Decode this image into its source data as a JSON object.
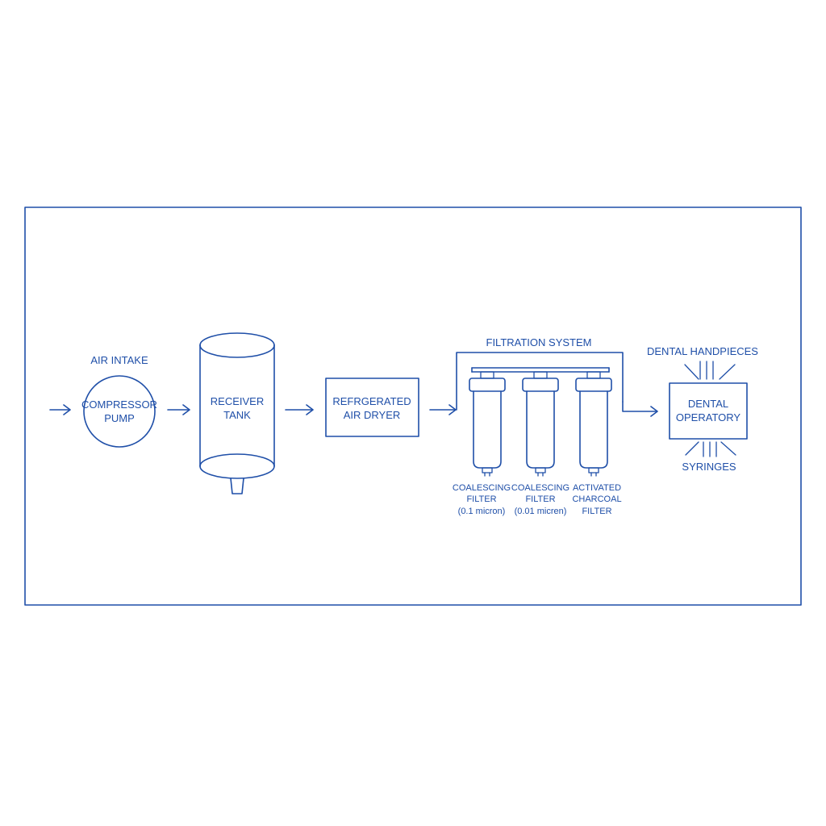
{
  "colors": {
    "line": "#1f4fa8",
    "background": "#ffffff"
  },
  "labels": {
    "air_intake": "AIR INTAKE",
    "compressor_line1": "COMPRESSOR",
    "compressor_line2": "PUMP",
    "receiver_line1": "RECEIVER",
    "receiver_line2": "TANK",
    "dryer_line1": "REFRGERATED",
    "dryer_line2": "AIR DRYER",
    "filtration_system": "FILTRATION SYSTEM",
    "filter1_line1": "COALESCING",
    "filter1_line2": "FILTER",
    "filter1_line3": "(0.1 micron)",
    "filter2_line1": "COALESCING",
    "filter2_line2": "FILTER",
    "filter2_line3": "(0.01 micren)",
    "filter3_line1": "ACTIVATED",
    "filter3_line2": "CHARCOAL",
    "filter3_line3": "FILTER",
    "handpieces": "DENTAL HANDPIECES",
    "operatory_line1": "DENTAL",
    "operatory_line2": "OPERATORY",
    "syringes": "SYRINGES"
  }
}
